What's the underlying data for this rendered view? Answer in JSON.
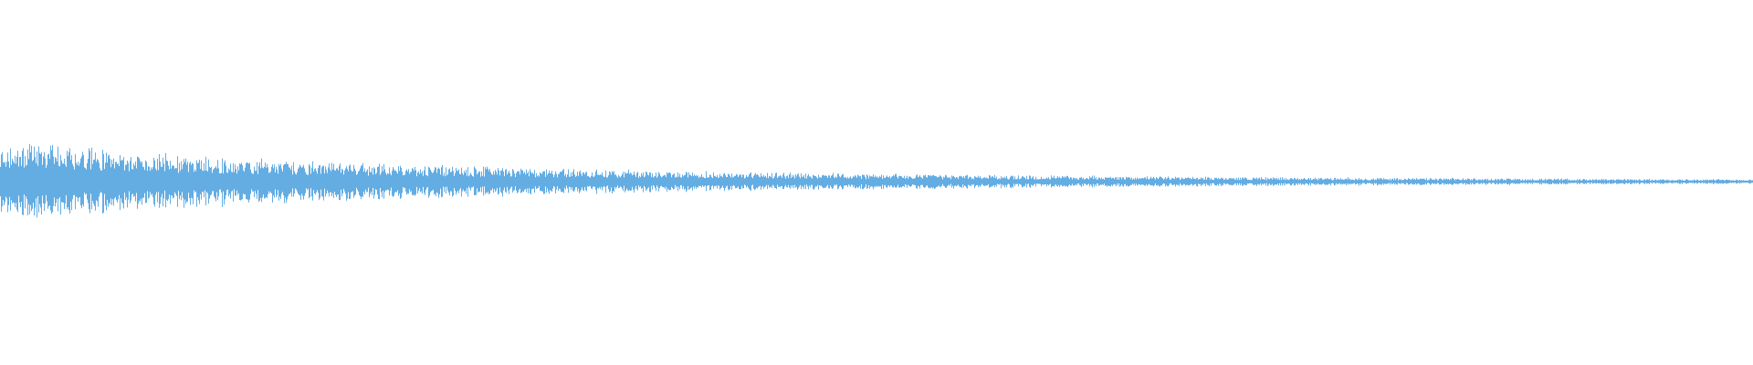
{
  "waveform": {
    "color": "#64ade3",
    "envelope": {
      "shape": "exponential-decay",
      "initial_amplitude_fraction": 0.23,
      "final_amplitude_fraction": 0.012,
      "peak_at_fraction": 0.02
    }
  }
}
